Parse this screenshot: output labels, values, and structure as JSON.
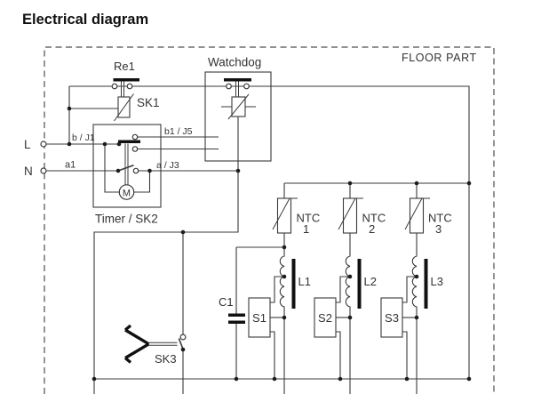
{
  "title": "Electrical diagram",
  "diagram": {
    "region_label": "FLOOR PART",
    "terminals": {
      "live": "L",
      "neutral": "N"
    },
    "components": {
      "relay_contact": "Re1",
      "relay_coil": "SK1",
      "watchdog": "Watchdog",
      "timer": "Timer / SK2",
      "motor": "M",
      "capacitor": "C1",
      "switch_sk3": "SK3"
    },
    "pins": {
      "b_j1": "b / J1",
      "b1_j5": "b1 / J5",
      "a1": "a1",
      "a_j3": "a / J3"
    },
    "ntc_sensors": [
      {
        "label": "NTC",
        "index": "1"
      },
      {
        "label": "NTC",
        "index": "2"
      },
      {
        "label": "NTC",
        "index": "3"
      }
    ],
    "induction_coils": [
      {
        "label": "L1"
      },
      {
        "label": "L2"
      },
      {
        "label": "L3"
      }
    ],
    "power_switches": [
      {
        "label": "S1"
      },
      {
        "label": "S2"
      },
      {
        "label": "S3"
      }
    ],
    "colors": {
      "line": "#3a3a3a",
      "text": "#333333",
      "solid": "#111111",
      "background": "#ffffff",
      "border": "#4d4d4d"
    }
  }
}
